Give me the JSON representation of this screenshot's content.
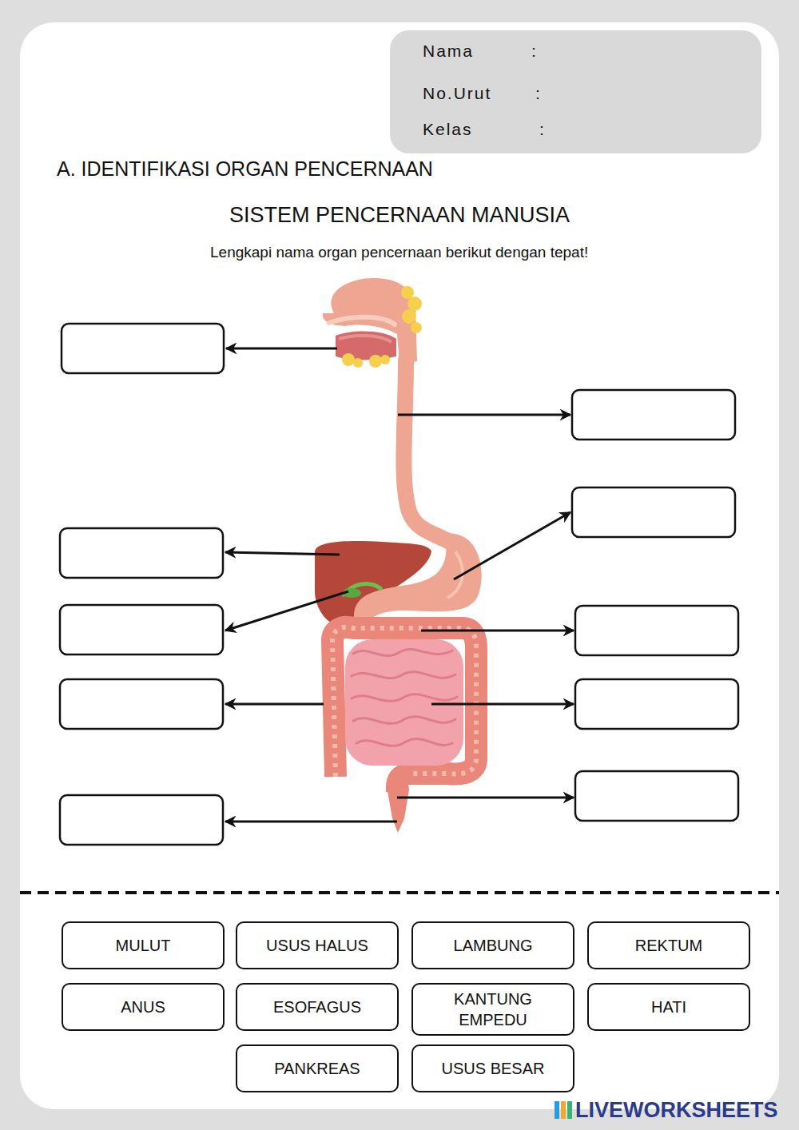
{
  "diagram": {
    "title": "SISTEM PENCERNAAN MANUSIA",
    "nodes": [
      {
        "text": [
          "Nama",
          ":",
          "No.Urut",
          ":",
          "Kelas",
          ":"
        ]
      },
      {
        "text": [
          "MULUT"
        ]
      },
      {
        "text": [
          "USUS HALUS"
        ]
      },
      {
        "text": [
          "LAMBUNG"
        ]
      },
      {
        "text": [
          "REKTUM"
        ]
      },
      {
        "text": [
          "ANUS"
        ]
      },
      {
        "text": [
          "ESOFAGUS"
        ]
      },
      {
        "text": [
          "KANTUNG EMPEDU"
        ]
      },
      {
        "text": [
          "HATI"
        ]
      },
      {
        "text": [
          "PANKREAS"
        ]
      },
      {
        "text": [
          "USUS BESAR"
        ]
      }
    ],
    "labels": [
      "A. IDENTIFIKASI ORGAN PENCERNAAN",
      "Lengkapi nama organ pencernaan berikut dengan tepat!",
      "LIVEWORKSHEETS"
    ]
  }
}
